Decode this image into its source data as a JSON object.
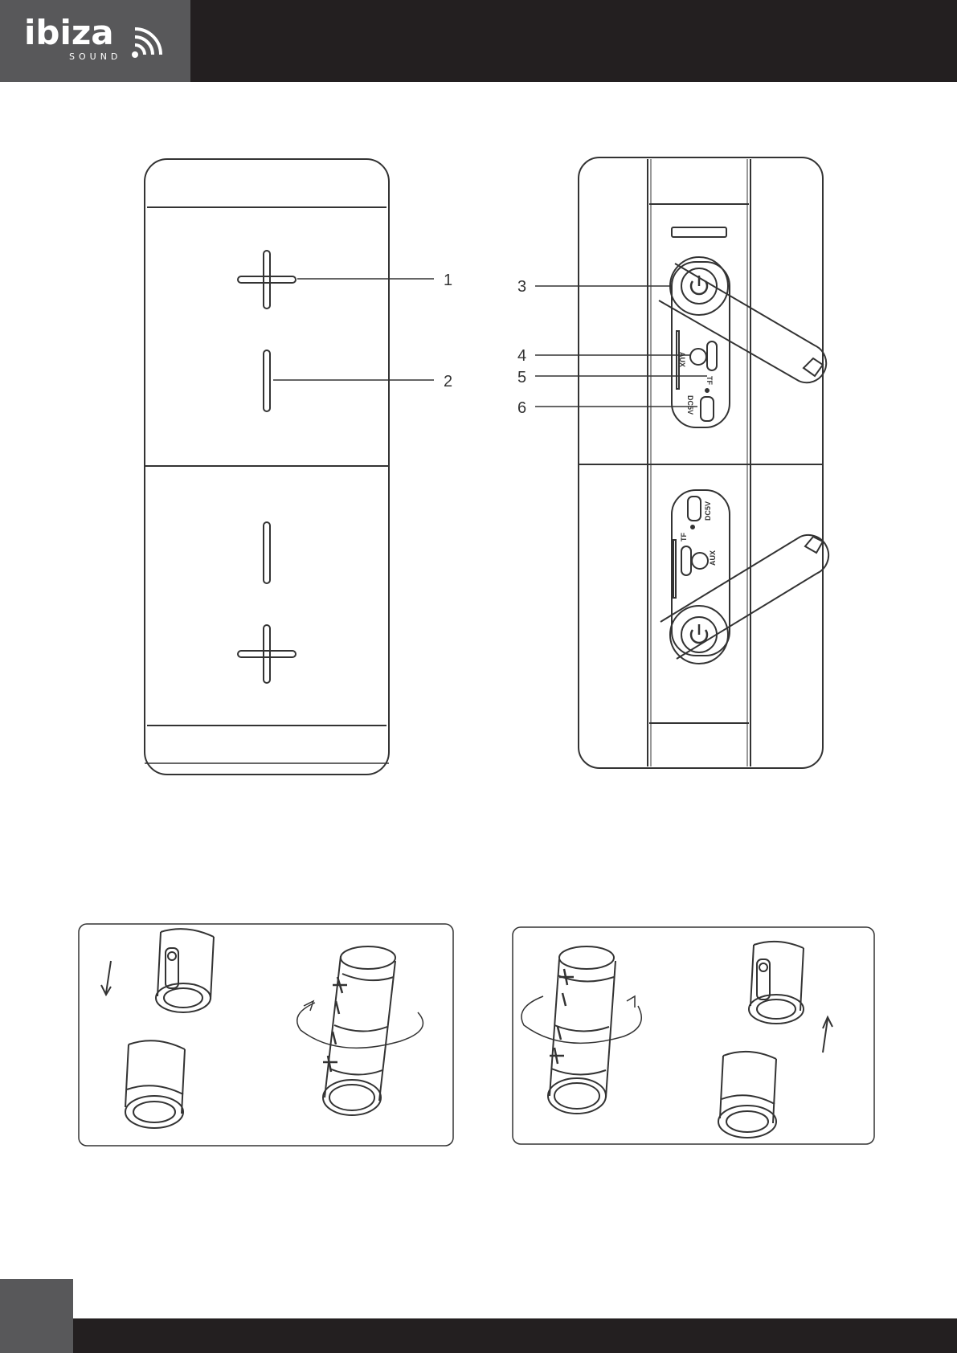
{
  "brand": {
    "name": "ibiza",
    "tagline": "SOUND"
  },
  "callouts": {
    "c1": "1",
    "c2": "2",
    "c3": "3",
    "c4": "4",
    "c5": "5",
    "c6": "6"
  },
  "port_labels": {
    "aux": "AUX",
    "tf": "TF",
    "dc": "DC5V"
  },
  "colors": {
    "header": "#231f20",
    "logo_block": "#58585a",
    "line": "#333333"
  }
}
